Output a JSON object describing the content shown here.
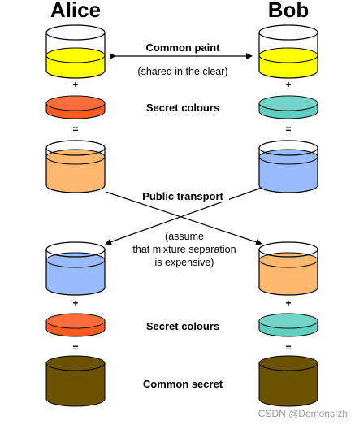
{
  "parties": {
    "left": "Alice",
    "right": "Bob"
  },
  "labels": {
    "common_paint": "Common paint",
    "shared_in_clear": "(shared in the clear)",
    "secret_colours_top": "Secret colours",
    "public_transport": "Public transport",
    "assume_line1": "(assume",
    "assume_line2": "that mixture separation",
    "assume_line3": "is expensive)",
    "secret_colours_bottom": "Secret colours",
    "common_secret": "Common secret"
  },
  "operators": {
    "plus": "+",
    "equals": "="
  },
  "colors": {
    "common_paint": "#ffff00",
    "alice_secret": "#ff5a1f",
    "bob_secret": "#5fcdc0",
    "alice_mixture": "#ffb870",
    "bob_mixture": "#99bbff",
    "common_secret": "#6b5200"
  },
  "watermark": "CSDN @DemonsIzh"
}
